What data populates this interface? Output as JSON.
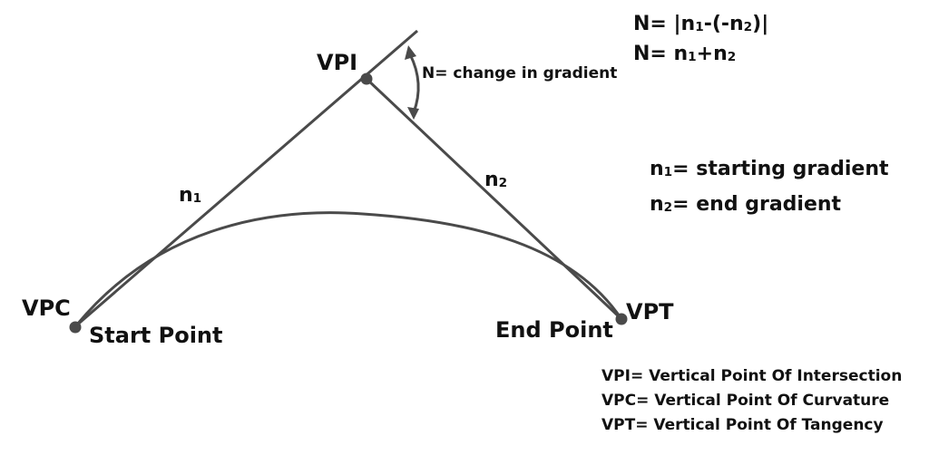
{
  "colors": {
    "line": "#4a4a4a",
    "point": "#4a4a4a",
    "text": "#111111",
    "background": "#ffffff"
  },
  "points": {
    "vpi": "VPI",
    "vpc": "VPC",
    "vpt": "VPT",
    "start": "Start Point",
    "end": "End Point"
  },
  "tangents": {
    "n1": {
      "base": "n",
      "sub": "1"
    },
    "n2": {
      "base": "n",
      "sub": "2"
    }
  },
  "arrow_note": "N= change in gradient",
  "formulas": {
    "f1": {
      "p1": "N= |n",
      "s1": "1",
      "p2": "-(-n",
      "s2": "2",
      "p3": ")|"
    },
    "f2": {
      "p1": "N= n",
      "s1": "1",
      "p2": "+n",
      "s2": "2"
    }
  },
  "gradients": {
    "g1": {
      "p1": "n",
      "s1": "1",
      "p2": "= starting gradient"
    },
    "g2": {
      "p1": "n",
      "s1": "2",
      "p2": "= end gradient"
    }
  },
  "legend": {
    "vpi": "VPI= Vertical Point Of Intersection",
    "vpc": "VPC= Vertical Point Of Curvature",
    "vpt": "VPT= Vertical Point Of Tangency"
  },
  "icons": [
    "double-headed-curved-arrow-icon"
  ]
}
